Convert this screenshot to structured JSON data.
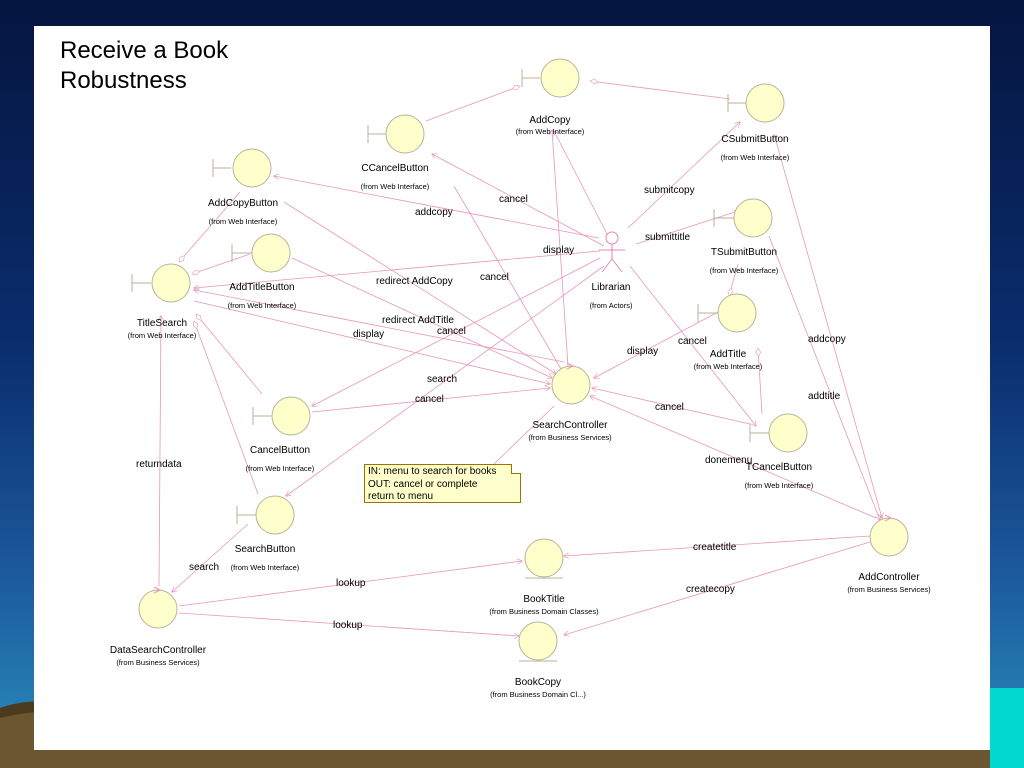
{
  "slide": {
    "title_line1": "Receive a Book",
    "title_line2": "Robustness"
  },
  "colors": {
    "element_fill": "#ffffcc",
    "element_stroke": "#b8b39a",
    "connector": "#e896b8",
    "note_border": "#a07000"
  },
  "elements": {
    "addcopy": {
      "name": "AddCopy",
      "source": "(from Web Interface)",
      "icon": "boundary-icon"
    },
    "csubmitbutton": {
      "name": "CSubmitButton",
      "source": "(from Web Interface)",
      "icon": "boundary-icon"
    },
    "ccancelbutton": {
      "name": "CCancelButton",
      "source": "(from Web Interface)",
      "icon": "boundary-icon"
    },
    "addcopybutton": {
      "name": "AddCopyButton",
      "source": "(from Web Interface)",
      "icon": "boundary-icon"
    },
    "addtitlebutton": {
      "name": "AddTitleButton",
      "source": "(from Web Interface)",
      "icon": "boundary-icon"
    },
    "titlesearch": {
      "name": "TitleSearch",
      "source": "(from Web Interface)",
      "icon": "boundary-icon"
    },
    "tsubmitbutton": {
      "name": "TSubmitButton",
      "source": "(from Web Interface)",
      "icon": "boundary-icon"
    },
    "librarian": {
      "name": "Librarian",
      "source": "(from Actors)",
      "icon": "actor-icon"
    },
    "addtitle": {
      "name": "AddTitle",
      "source": "(from Web Interface)",
      "icon": "boundary-icon"
    },
    "searchcontroller": {
      "name": "SearchController",
      "source": "(from Business Services)",
      "icon": "control-icon"
    },
    "cancelbutton": {
      "name": "CancelButton",
      "source": "(from Web Interface)",
      "icon": "boundary-icon"
    },
    "tcancelbutton": {
      "name": "TCancelButton",
      "source": "(from Web Interface)",
      "icon": "boundary-icon"
    },
    "searchbutton": {
      "name": "SearchButton",
      "source": "(from Web Interface)",
      "icon": "boundary-icon"
    },
    "addcontroller": {
      "name": "AddController",
      "source": "(from Business Services)",
      "icon": "control-icon"
    },
    "booktitle": {
      "name": "BookTitle",
      "source": "(from Business Domain Classes)",
      "icon": "entity-icon"
    },
    "datasearchcontroller": {
      "name": "DataSearchController",
      "source": "(from Business Services)",
      "icon": "control-icon"
    },
    "bookcopy": {
      "name": "BookCopy",
      "source": "(from Business Domain Cl...)",
      "icon": "entity-icon"
    }
  },
  "connector_labels": {
    "cancel_1": "cancel",
    "addcopy_1": "addcopy",
    "submitcopy": "submitcopy",
    "submittitle": "submittitle",
    "display_1": "display",
    "cancel_2": "cancel",
    "redirect_addcopy": "redirect AddCopy",
    "redirect_addtitle": "redirect AddTitle",
    "cancel_3": "cancel",
    "display_2": "display",
    "cancel_4": "cancel",
    "display_3": "display",
    "addcopy_2": "addcopy",
    "search_1": "search",
    "cancel_5": "cancel",
    "addtitle": "addtitle",
    "cancel_6": "cancel",
    "returndata": "returndata",
    "donemenu": "donemenu",
    "createtitle": "createtitle",
    "search_2": "search",
    "lookup_1": "lookup",
    "createcopy": "createcopy",
    "lookup_2": "lookup"
  },
  "note": {
    "line1": "IN: menu to search for books",
    "line2": "OUT: cancel or complete",
    "line3": "return to menu"
  }
}
